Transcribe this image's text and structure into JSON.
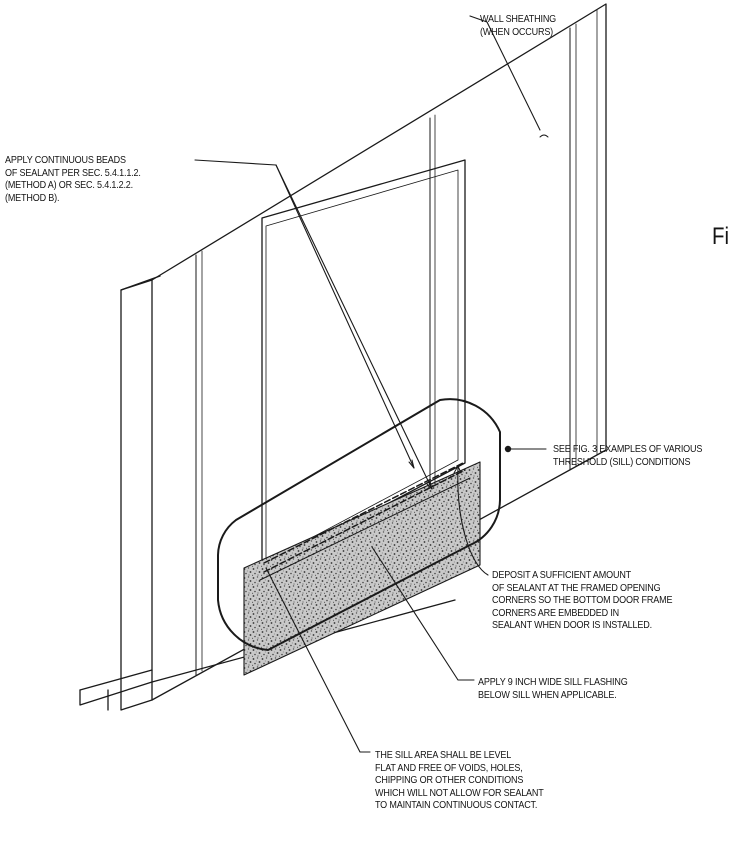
{
  "notes": {
    "wall_sheathing": [
      "WALL SHEATHING",
      "(WHEN OCCURS)"
    ],
    "sealant_beads": [
      "APPLY CONTINUOUS BEADS",
      "OF SEALANT PER SEC. 5.4.1.1.2.",
      "(METHOD A) OR SEC. 5.4.1.2.2.",
      "(METHOD B)."
    ],
    "see_fig3": [
      "SEE FIG. 3 EXAMPLES OF VARIOUS",
      "THRESHOLD (SILL) CONDITIONS"
    ],
    "deposit_sealant": [
      "DEPOSIT A SUFFICIENT AMOUNT",
      "OF SEALANT AT THE FRAMED OPENING",
      "CORNERS SO THE BOTTOM DOOR FRAME",
      "CORNERS ARE EMBEDDED IN",
      "SEALANT WHEN DOOR IS INSTALLED."
    ],
    "sill_flashing": [
      "APPLY 9 INCH WIDE SILL FLASHING",
      "BELOW SILL WHEN APPLICABLE."
    ],
    "sill_area": [
      "THE SILL AREA SHALL BE LEVEL",
      "FLAT AND FREE OF VOIDS, HOLES,",
      "CHIPPING OR OTHER CONDITIONS",
      "WHICH WILL NOT ALLOW FOR SEALANT",
      "TO MAINTAIN CONTINUOUS CONTACT."
    ]
  },
  "figure_label_fragment": "Fi"
}
